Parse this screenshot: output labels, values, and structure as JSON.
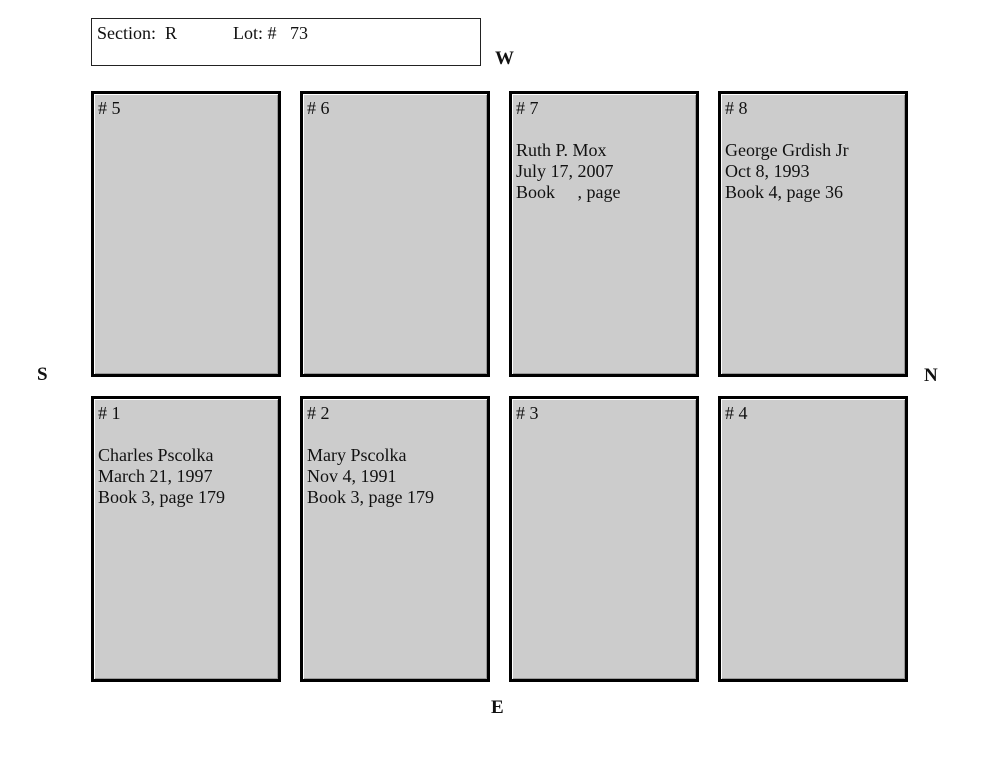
{
  "header": {
    "section_text": "Section:  R",
    "lot_text": "Lot: #   73",
    "section": "R",
    "lot": "73"
  },
  "compass": {
    "west": "W",
    "east": "E",
    "south": "S",
    "north": "N"
  },
  "plots": [
    {
      "number": "# 5",
      "name": "",
      "date": "",
      "record": ""
    },
    {
      "number": "# 6",
      "name": "",
      "date": "",
      "record": ""
    },
    {
      "number": "# 7",
      "name": "Ruth P. Mox",
      "date": "July 17, 2007",
      "record": "Book     , page"
    },
    {
      "number": "# 8",
      "name": "George Grdish Jr",
      "date": "Oct 8, 1993",
      "record": "Book 4, page 36"
    },
    {
      "number": "# 1",
      "name": "Charles Pscolka",
      "date": "March 21, 1997",
      "record": "Book 3, page 179"
    },
    {
      "number": "# 2",
      "name": "Mary Pscolka",
      "date": "Nov 4, 1991",
      "record": "Book 3, page 179"
    },
    {
      "number": "# 3",
      "name": "",
      "date": "",
      "record": ""
    },
    {
      "number": "# 4",
      "name": "",
      "date": "",
      "record": ""
    }
  ],
  "colors": {
    "plot_fill": "#cccccc",
    "plot_border": "#000000"
  }
}
